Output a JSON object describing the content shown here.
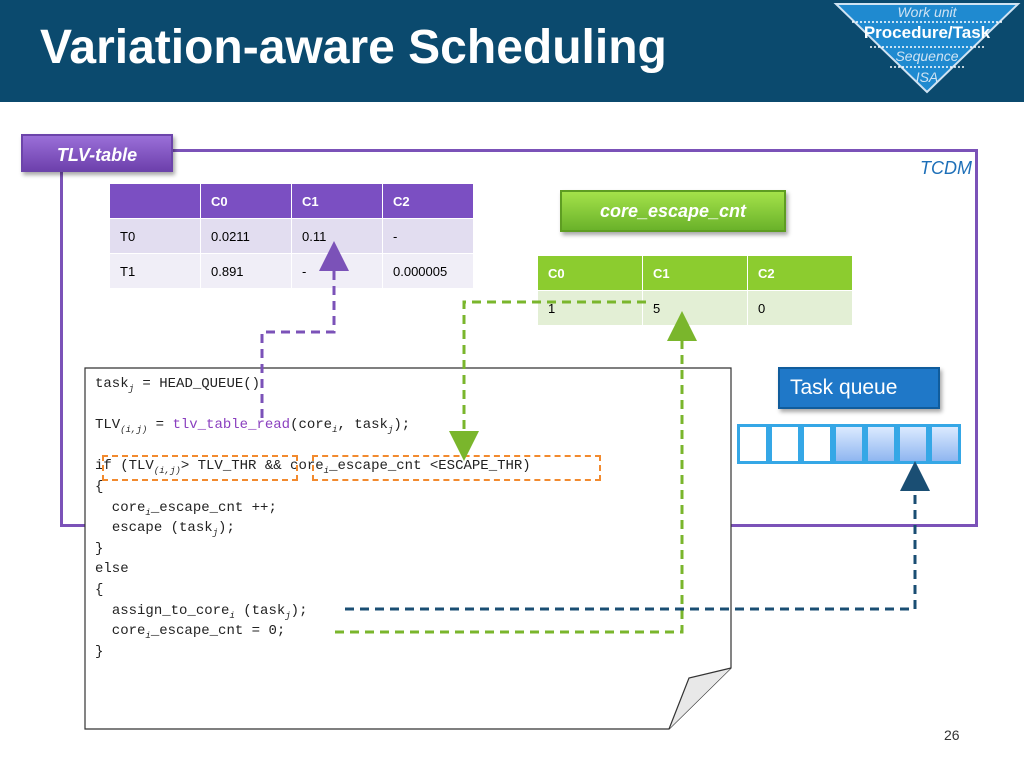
{
  "slide": {
    "title": "Variation-aware Scheduling",
    "page_number": "26"
  },
  "hierarchy": {
    "work_unit": "Work unit",
    "procedure": "Procedure/Task",
    "sequence": "Sequence",
    "isa": "ISA"
  },
  "tcdm": {
    "label": "TCDM"
  },
  "tlv_table": {
    "label": "TLV-table",
    "headers": [
      "",
      "C0",
      "C1",
      "C2"
    ],
    "rows": [
      [
        "T0",
        "0.0211",
        "0.11",
        "-"
      ],
      [
        "T1",
        "0.891",
        "-",
        "0.000005"
      ]
    ]
  },
  "escape_cnt": {
    "label": "core_escape_cnt",
    "headers": [
      "C0",
      "C1",
      "C2"
    ],
    "row": [
      "1",
      "5",
      "0"
    ]
  },
  "task_queue": {
    "label": "Task queue",
    "slots": [
      "empty",
      "empty",
      "empty",
      "filled",
      "filled",
      "filled",
      "filled"
    ]
  },
  "code": {
    "l1": "HEAD_QUEUE()",
    "l2_fn": "tlv_table_read",
    "l2_args": "(core",
    "if_cond": "> TLV_THR && core",
    "if_tail": "_escape_cnt <ESCAPE_THR)",
    "open": "{",
    "inc": "_escape_cnt ++;",
    "esc": "escape (task",
    "close": "}",
    "else": "else",
    "assign": "assign_to_core",
    "reset": "_escape_cnt = 0;"
  },
  "colors": {
    "header_bg": "#0b4a6e",
    "tlv_purple": "#7b4fc2",
    "escape_green": "#8ccc2f",
    "queue_blue": "#1f78c8",
    "dash_orange": "#f28a2e",
    "dash_green": "#7ab62c",
    "dash_navy": "#1a4e73"
  }
}
